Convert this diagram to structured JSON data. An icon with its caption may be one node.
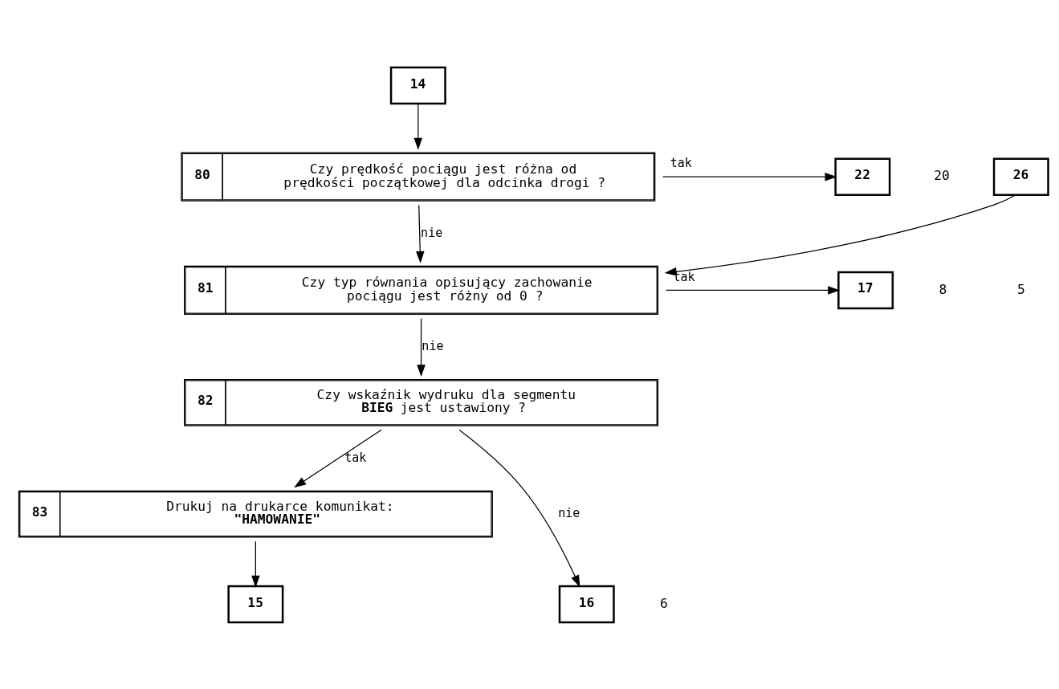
{
  "diagram": {
    "nodes": [
      {
        "text": [
          "14"
        ]
      },
      {
        "text": [
          "80",
          "Czy prędkość pociągu jest różna od prędkości początkowej dla odcinka drogi ?"
        ]
      },
      {
        "text": [
          "22"
        ],
        "beside": [
          "20"
        ]
      },
      {
        "text": [
          "26"
        ]
      },
      {
        "text": [
          "81",
          "Czy typ równania opisujący zachowanie pociągu jest różny od 0 ?"
        ]
      },
      {
        "text": [
          "17"
        ],
        "beside": [
          "8"
        ]
      },
      {
        "text": [
          "82",
          "Czy wskaźnik wydruku dla segmentu **BIEG** jest ustawiony ?"
        ]
      },
      {
        "text": [
          "83",
          "Drukuj na drukarce komunikat: **\"HAMOWANIE\"**"
        ]
      },
      {
        "text": [
          "15"
        ]
      },
      {
        "text": [
          "16"
        ],
        "beside": [
          "6"
        ]
      }
    ],
    "edges": [
      {
        "from": 0,
        "to": 1,
        "arrow": "to"
      },
      {
        "from": 1,
        "to": 2,
        "arrow": "to",
        "label": "tak"
      },
      {
        "from": 1,
        "to": 4,
        "arrow": "to",
        "label": "nie"
      },
      {
        "from": 3,
        "to": 4,
        "arrow": "to"
      },
      {
        "from": 4,
        "to": 5,
        "arrow": "to",
        "label": "tak"
      },
      {
        "from": 4,
        "to": 6,
        "arrow": "to",
        "label": "nie"
      },
      {
        "from": 6,
        "to": 9,
        "arrow": "to",
        "label": "nie"
      },
      {
        "from": 6,
        "to": 7,
        "arrow": "to",
        "label": "tak"
      },
      {
        "from": 7,
        "to": 8,
        "arrow": "to"
      }
    ],
    "labels": [
      "5"
    ]
  }
}
